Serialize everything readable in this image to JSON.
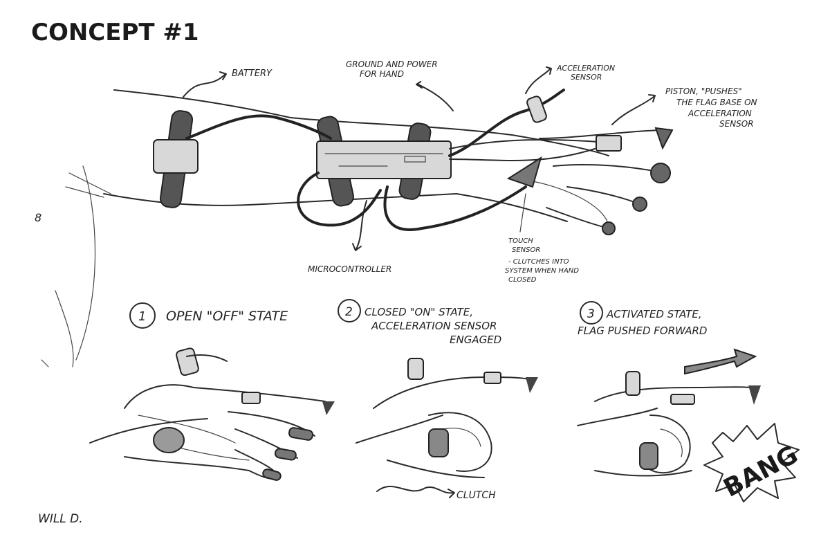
{
  "title": "CONCEPT #1",
  "labels": {
    "battery": "BATTERY",
    "ground_power_1": "GROUND AND POWER",
    "ground_power_2": "FOR HAND",
    "accel_1": "ACCELERATION",
    "accel_2": "SENSOR",
    "piston_1": "PISTON, \"PUSHES\"",
    "piston_2": "THE FLAG BASE ON",
    "piston_3": "ACCELERATION",
    "piston_4": "SENSOR",
    "microcontroller": "MICROCONTROLLER",
    "touch_1": "TOUCH",
    "touch_2": "SENSOR",
    "touch_3": "- CLUTCHES INTO",
    "touch_4": "SYSTEM WHEN HAND",
    "touch_5": "CLOSED"
  },
  "states": [
    {
      "number": "1",
      "line1": "OPEN \"OFF\" STATE",
      "line2": "",
      "line3": ""
    },
    {
      "number": "2",
      "line1": "CLOSED \"ON\" STATE,",
      "line2": "ACCELERATION SENSOR",
      "line3": "ENGAGED"
    },
    {
      "number": "3",
      "line1": "ACTIVATED STATE,",
      "line2": "FLAG PUSHED FORWARD",
      "line3": ""
    }
  ],
  "clutch": "CLUTCH",
  "bang": "BANG",
  "signature": "WILL D.",
  "margin_mark": "8"
}
